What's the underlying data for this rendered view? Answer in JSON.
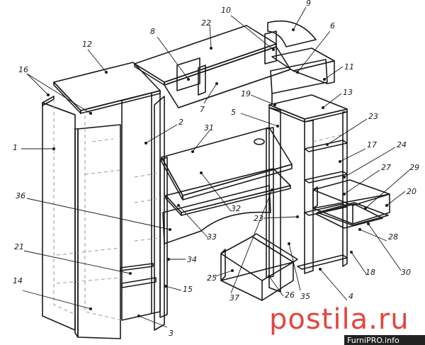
{
  "part_labels": [
    "1",
    "2",
    "3",
    "4",
    "5",
    "6",
    "7",
    "8",
    "9",
    "10",
    "11",
    "12",
    "13",
    "14",
    "15",
    "16",
    "17",
    "18",
    "19",
    "20",
    "21",
    "22",
    "23",
    "23",
    "24",
    "25",
    "26",
    "27",
    "28",
    "29",
    "30",
    "31",
    "32",
    "33",
    "34",
    "35",
    "36",
    "37"
  ],
  "watermark": {
    "site_text": "FurniPRO.info",
    "brand_text": "postila.ru"
  },
  "colors": {
    "line": "#1a1a1a",
    "hidden_line": "#9a9a9a",
    "watermark_red": "#e3463d",
    "watermark_bar": "#222222"
  }
}
